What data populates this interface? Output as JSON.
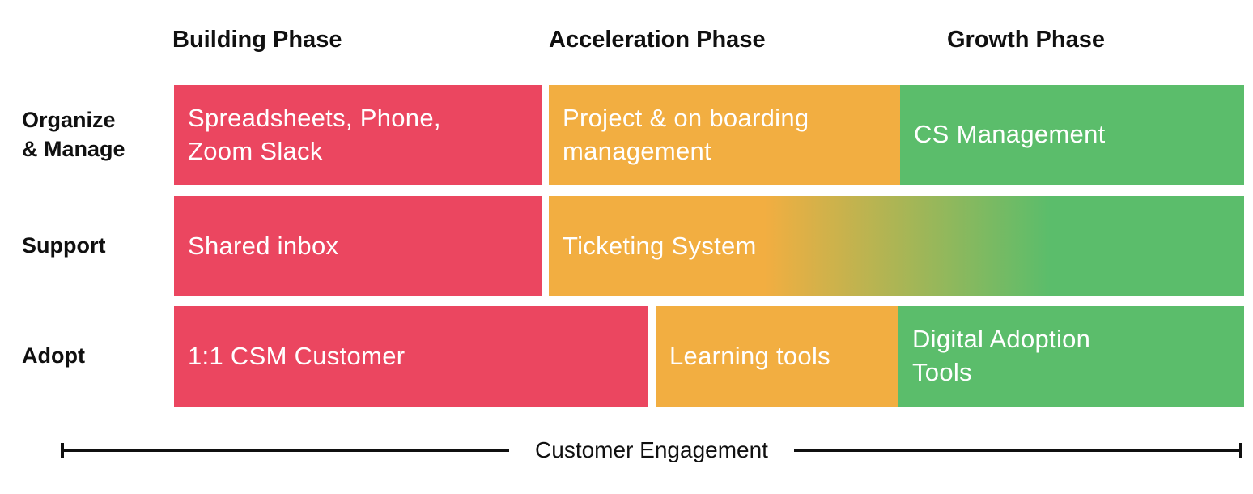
{
  "diagram": {
    "type": "matrix",
    "column_headers": [
      {
        "label": "Building Phase"
      },
      {
        "label": "Acceleration Phase"
      },
      {
        "label": "Growth Phase"
      }
    ],
    "rows": [
      {
        "label": "Organize\n& Manage",
        "cells": [
          {
            "text": "Spreadsheets, Phone,\nZoom Slack",
            "phase": "Building Phase",
            "color": "#EB4660"
          },
          {
            "text": "Project & on boarding\nmanagement",
            "phase": "Acceleration Phase",
            "color": "#F2AE41"
          },
          {
            "text": "CS Management",
            "phase": "Growth Phase",
            "color": "#5BBD6B"
          }
        ]
      },
      {
        "label": "Support",
        "cells": [
          {
            "text": "Shared inbox",
            "phase": "Building Phase",
            "color": "#EB4660"
          },
          {
            "text": "Ticketing System",
            "phase": "Acceleration Phase to Growth Phase",
            "color_start": "#F2AE41",
            "color_end": "#5BBD6B"
          }
        ]
      },
      {
        "label": "Adopt",
        "cells": [
          {
            "text": "1:1 CSM Customer",
            "phase": "Building Phase",
            "color": "#EB4660"
          },
          {
            "text": "Learning tools",
            "phase": "Acceleration Phase",
            "color": "#F2AE41"
          },
          {
            "text": "Digital Adoption\nTools",
            "phase": "Growth Phase",
            "color": "#5BBD6B"
          }
        ]
      }
    ],
    "axis": {
      "label": "Customer Engagement"
    }
  },
  "colors": {
    "building": "#EB4660",
    "acceleration": "#F2AE41",
    "growth": "#5BBD6B",
    "box_text": "#FFFFFF",
    "heading_text": "#101010",
    "background": "#FFFFFF"
  }
}
